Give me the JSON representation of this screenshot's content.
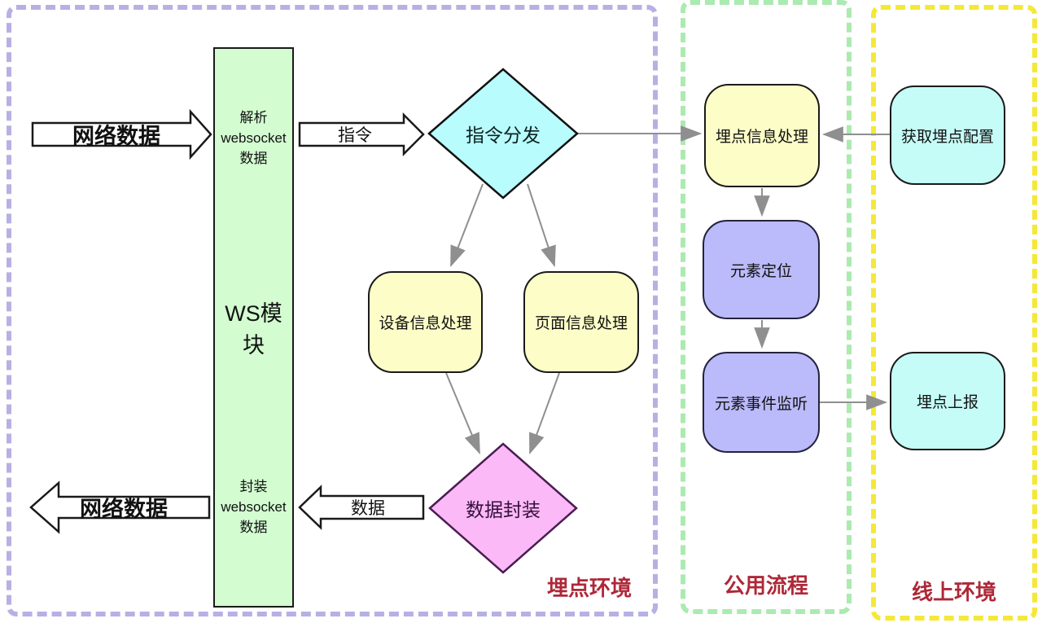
{
  "regions": {
    "tracking_env": {
      "label": "埋点环境"
    },
    "common_flow": {
      "label": "公用流程"
    },
    "online_env": {
      "label": "线上环境"
    }
  },
  "ws_module": {
    "title": "WS模块",
    "top_note_lines": [
      "解析",
      "websocket",
      "数据"
    ],
    "bottom_note_lines": [
      "封装",
      "websocket",
      "数据"
    ]
  },
  "block_arrows": {
    "network_in": {
      "label": "网络数据",
      "direction": "right"
    },
    "command": {
      "label": "指令",
      "direction": "right"
    },
    "data_out": {
      "label": "数据",
      "direction": "left"
    },
    "network_out": {
      "label": "网络数据",
      "direction": "left"
    }
  },
  "diamonds": {
    "command_dispatch": {
      "label": "指令分发"
    },
    "data_package": {
      "label": "数据封装"
    }
  },
  "boxes": {
    "device_info": {
      "label": "设备信息处理"
    },
    "page_info": {
      "label": "页面信息处理"
    },
    "tracking_info": {
      "label": "埋点信息处理"
    },
    "element_locate": {
      "label": "元素定位"
    },
    "element_listen": {
      "label": "元素事件监听"
    },
    "get_tracking_config": {
      "label": "获取埋点配置"
    },
    "tracking_report": {
      "label": "埋点上报"
    }
  },
  "colors": {
    "region_tracking_border": "#b6b1e4",
    "region_common_border": "#abeab0",
    "region_online_border": "#f4e838",
    "region_label_text": "#ae2838",
    "ws_module_fill": "#d3fcd1",
    "diamond_command_fill": "#b9fcfd",
    "diamond_data_fill": "#fcb9f7",
    "box_yellow_fill": "#fdfdc8",
    "box_purple_fill": "#bbbafa",
    "box_cyan_fill": "#c5fcf7",
    "connector": "#8f8f8f"
  }
}
